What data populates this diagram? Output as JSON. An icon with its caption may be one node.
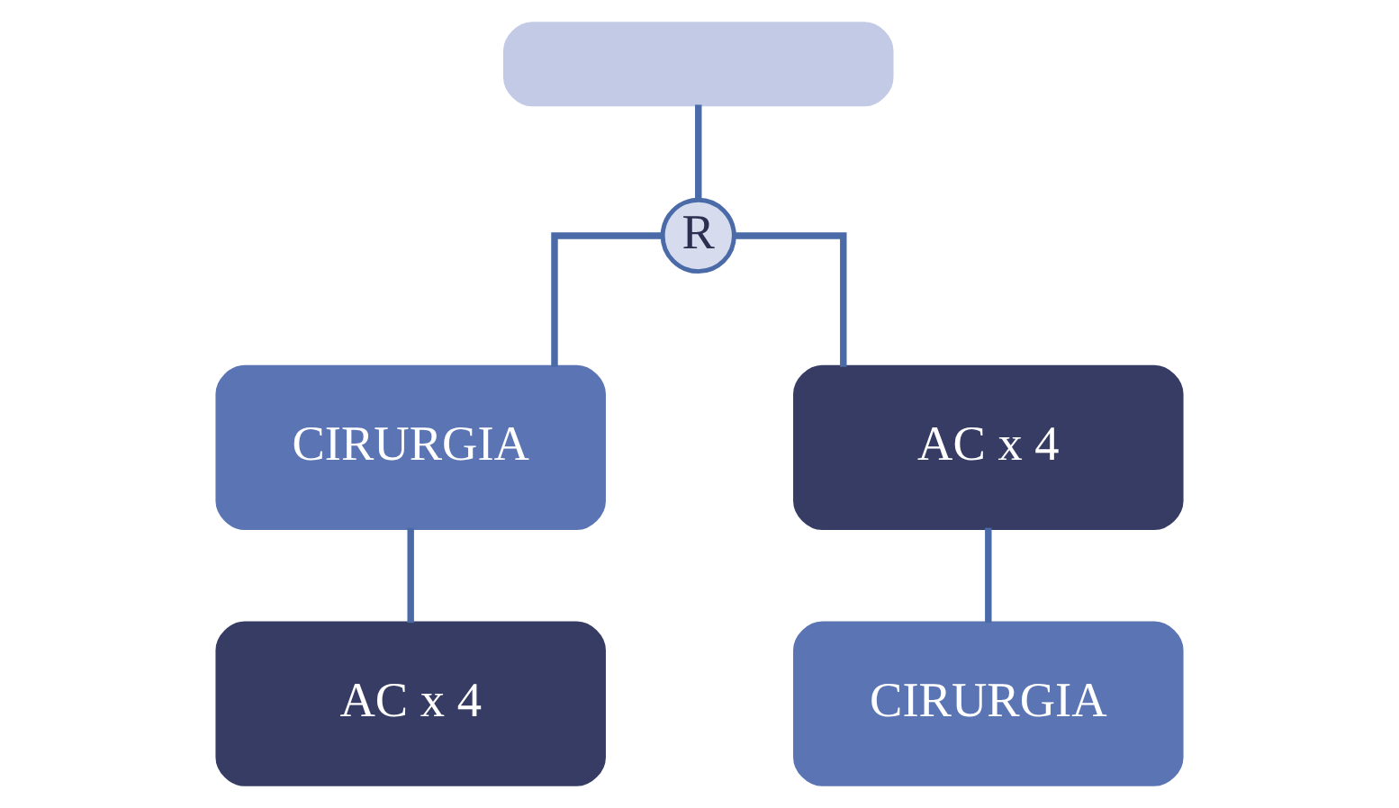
{
  "diagram": {
    "nodes": [
      {
        "text": [],
        "shape": "box"
      },
      {
        "text": [
          "R"
        ]
      },
      {
        "text": [
          "CIRURGIA"
        ]
      },
      {
        "text": [
          "AC x 4"
        ]
      },
      {
        "text": [
          "AC x 4"
        ]
      },
      {
        "text": [
          "CIRURGIA"
        ]
      }
    ],
    "edges": [
      {
        "from": 0,
        "to": 1,
        "arrow": "none"
      },
      {
        "from": 1,
        "to": 2,
        "arrow": "none"
      },
      {
        "from": 1,
        "to": 3,
        "arrow": "none"
      },
      {
        "from": 2,
        "to": 4,
        "arrow": "none"
      },
      {
        "from": 3,
        "to": 5,
        "arrow": "none"
      }
    ]
  }
}
